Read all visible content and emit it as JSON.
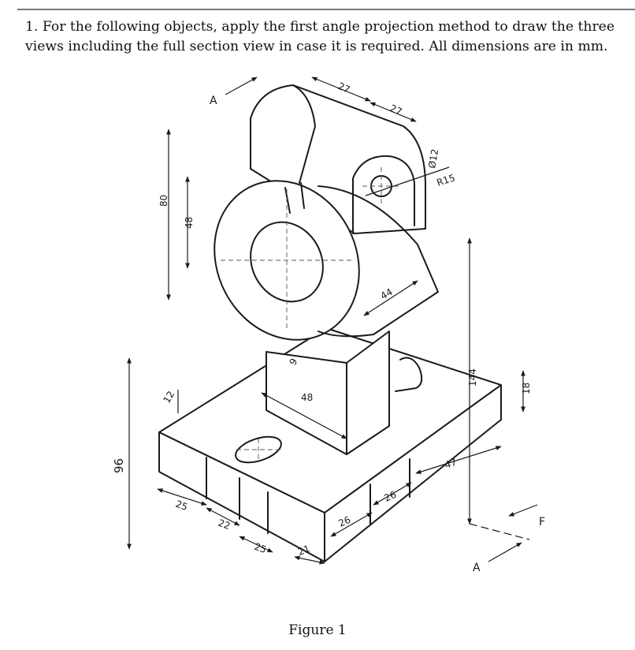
{
  "question": {
    "number": "1.",
    "text": "For the following objects, apply the first angle projection method to draw the three views including the full section view in case it is required. All dimensions are in mm."
  },
  "figure": {
    "caption": "Figure 1",
    "dimensions": {
      "d27a": "27",
      "d27b": "27",
      "d12": "Ø12",
      "r15": "R15",
      "d80": "80",
      "d48v": "48",
      "d44": "44",
      "d9": "9",
      "d48": "48",
      "d12b": "12",
      "d96": "96",
      "d25a": "25",
      "d22": "22",
      "d25b": "25",
      "d21": "21",
      "d26a": "26",
      "d26b": "26",
      "d47": "47",
      "d144": "144",
      "d18": "18"
    },
    "section_labels": {
      "a_top": "A",
      "a_bottom": "A",
      "view_f": "F"
    }
  }
}
